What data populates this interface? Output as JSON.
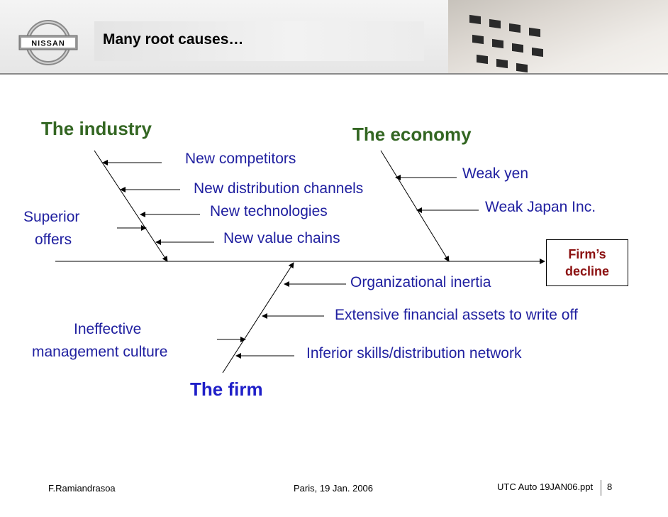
{
  "header": {
    "logo_text": "NISSAN",
    "title": "Many root causes…"
  },
  "diagram": {
    "categories": {
      "industry": "The industry",
      "economy": "The economy",
      "firm": "The firm"
    },
    "effect": {
      "line1": "Firm’s",
      "line2": "decline"
    },
    "industry_causes": [
      "New competitors",
      "New distribution channels",
      "New technologies",
      "New value chains",
      "Superior",
      "offers"
    ],
    "economy_causes": [
      "Weak yen",
      "Weak Japan Inc."
    ],
    "firm_causes": [
      "Organizational inertia",
      "Extensive financial assets to write off",
      "Inferior skills/distribution network",
      "Ineffective",
      "management culture"
    ],
    "colors": {
      "label": "#2020a0",
      "category_green": "#336622",
      "category_blue": "#1f1fc8",
      "effect_text": "#8b1010"
    }
  },
  "footer": {
    "author": "F.Ramiandrasoa",
    "place_date": "Paris, 19 Jan. 2006",
    "file": "UTC Auto 19JAN06.ppt",
    "page": "8"
  }
}
